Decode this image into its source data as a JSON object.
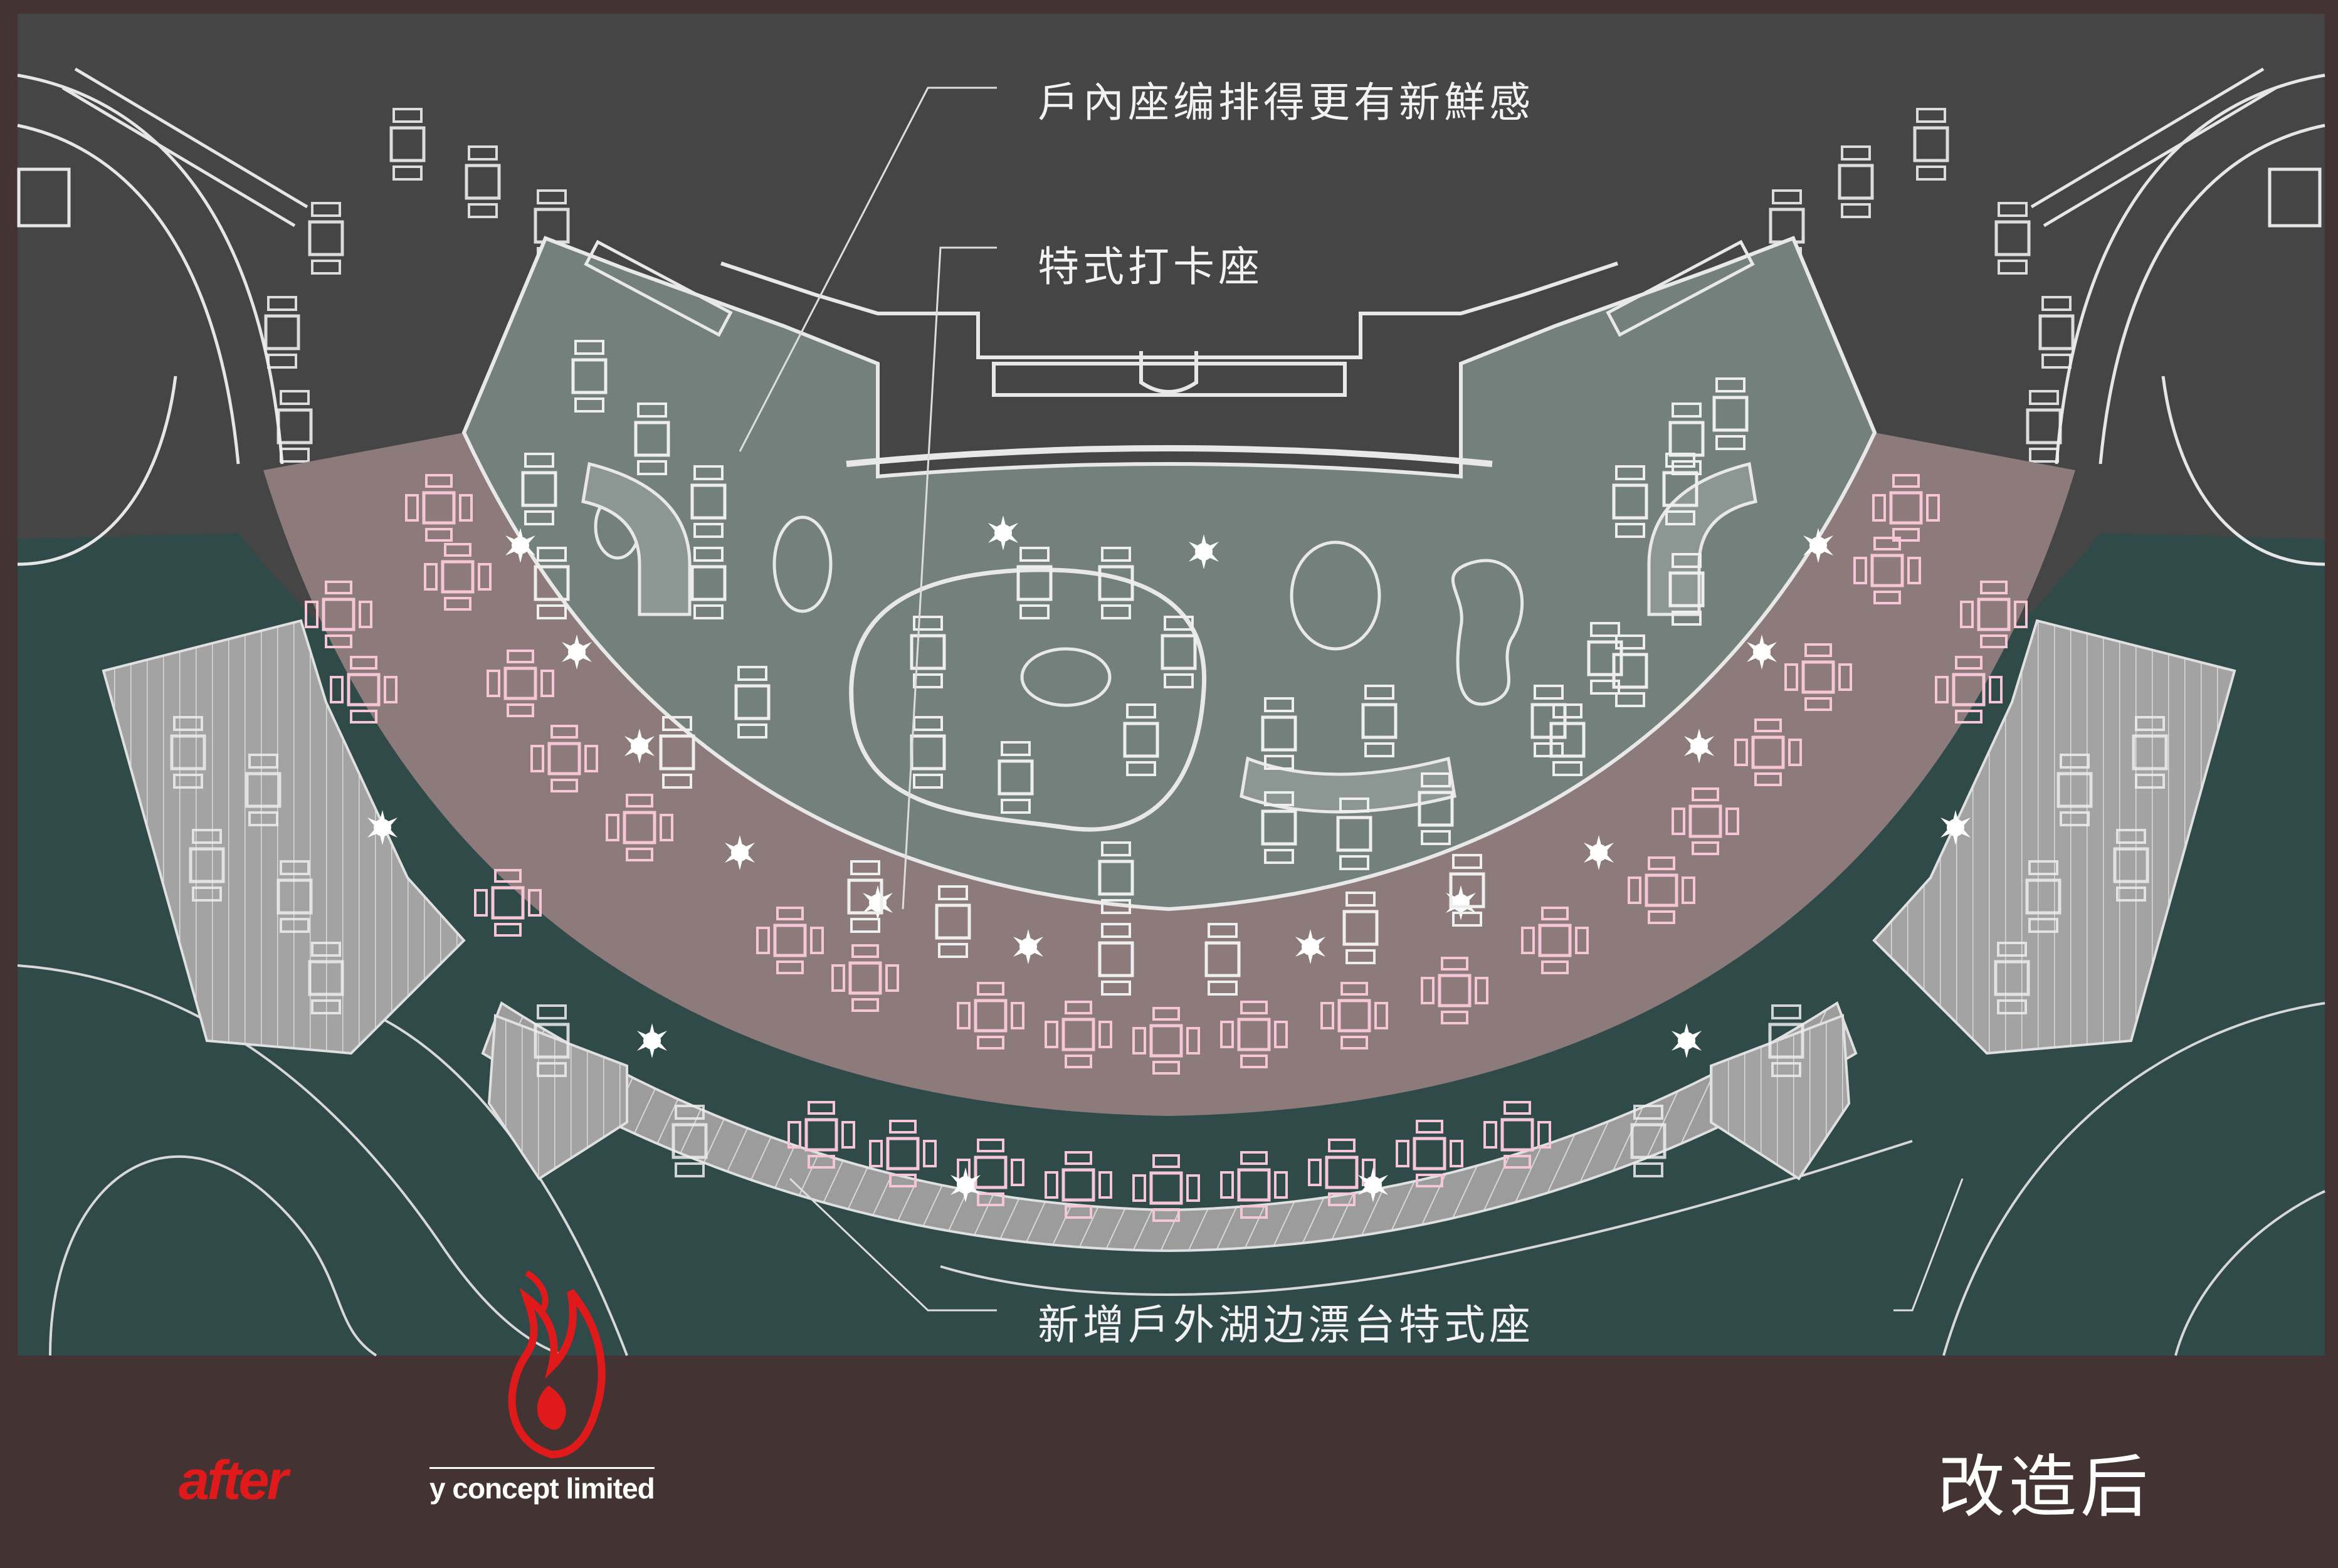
{
  "annotations": {
    "indoor_seating": "戶內座编排得更有新鮮感",
    "special_photo_seat": "特式打卡座",
    "outdoor_lakeside": "新增戶外湖边漂台特式座"
  },
  "footer": {
    "after_label": "after",
    "company": "y concept limited",
    "caption": "改造后"
  },
  "colors": {
    "frame": "#433433",
    "background": "#464545",
    "lake": "#2f4a48",
    "indoor_floor": "#73807c",
    "terrace": "#8d7a7a",
    "deck": "#9a9a9a",
    "line": "#e8e8e8",
    "pink_line": "#f4c6d6",
    "brand_red": "#e01a1a"
  },
  "icons": {
    "logo": "flame-logo-icon"
  }
}
